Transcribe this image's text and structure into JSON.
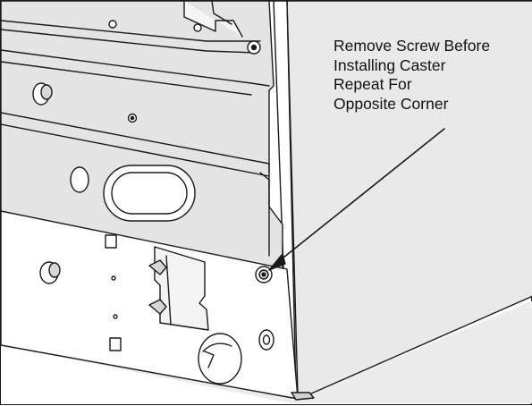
{
  "callout": {
    "lines": [
      "Remove Screw Before",
      "Installing Caster",
      "Repeat For",
      "Opposite Corner"
    ]
  },
  "colors": {
    "background": "#ffffff",
    "panel_shade": "#e6e6e6",
    "floor_shade": "#ececec",
    "line": "#1a1a1a"
  }
}
